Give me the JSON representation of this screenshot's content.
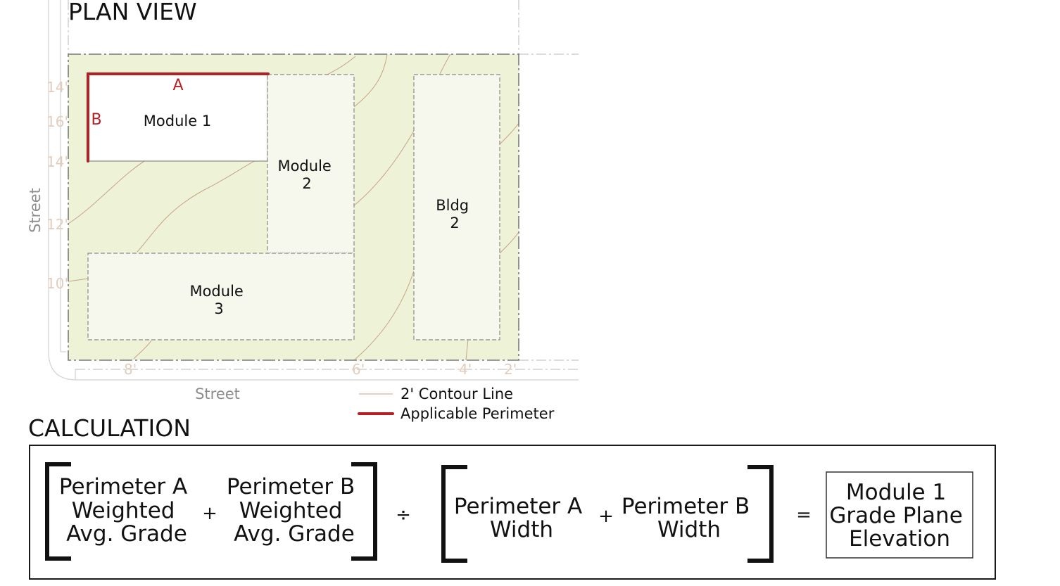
{
  "titles": {
    "plan_view": "PLAN VIEW",
    "calculation": "CALCULATION"
  },
  "modules": {
    "module1": [
      "Module 1"
    ],
    "module2": [
      "Module",
      "2"
    ],
    "module3": [
      "Module",
      "3"
    ],
    "bldg2": [
      "Bldg",
      "2"
    ]
  },
  "perimeter_labels": {
    "a": "A",
    "b": "B"
  },
  "streets": {
    "left": "Street",
    "bottom": "Street"
  },
  "contour_labels": {
    "left": [
      "14'",
      "16'",
      "14'",
      "12'",
      "10'"
    ],
    "bottom": [
      "8'",
      "6'",
      "4'",
      "2'"
    ]
  },
  "legend": {
    "contour": "2' Contour Line",
    "perimeter": "Applicable Perimeter"
  },
  "formula": {
    "term1": [
      "Perimeter A",
      "Weighted",
      "Avg. Grade"
    ],
    "plus1": "+",
    "term2": [
      "Perimeter B",
      "Weighted",
      "Avg. Grade"
    ],
    "divide": "÷",
    "term3": [
      "Perimeter A",
      "Width"
    ],
    "plus2": "+",
    "term4": [
      "Perimeter B",
      "Width"
    ],
    "equals": "=",
    "result": [
      "Module 1",
      "Grade Plane",
      "Elevation"
    ]
  },
  "colors": {
    "site_fill": "#eef2d6",
    "module_fill": "#f6f8ee",
    "contour": "#c8a386",
    "perimeter": "#b52025",
    "contour_label": "#e2cdbd",
    "street_text": "#8c8c8c",
    "frame": "#1a1a1a"
  }
}
